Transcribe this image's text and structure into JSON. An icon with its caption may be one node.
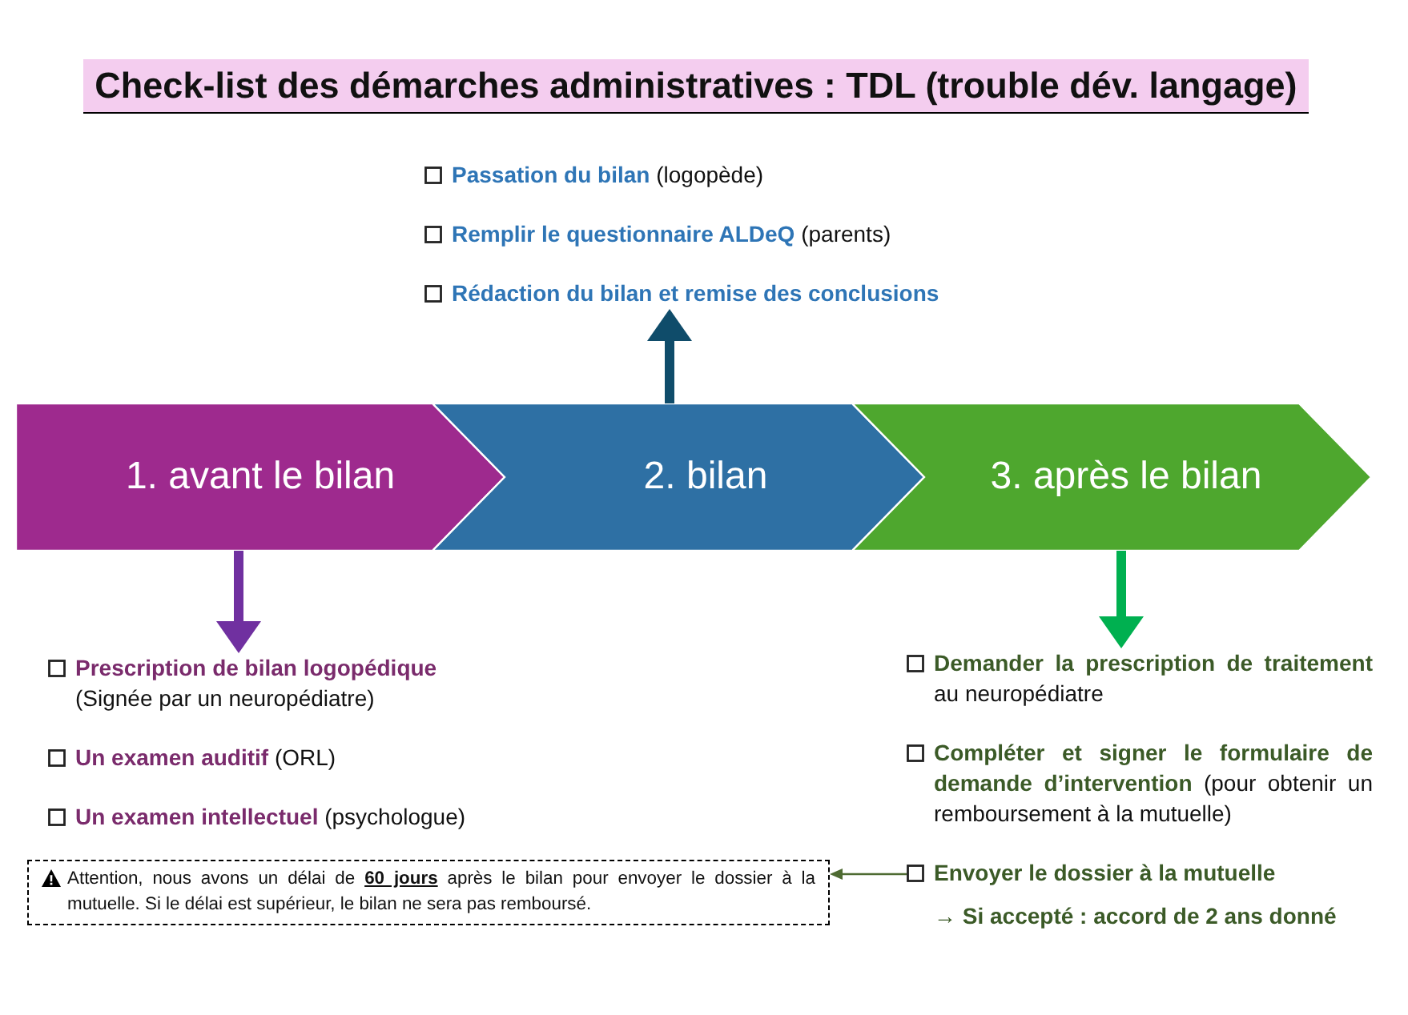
{
  "diagram": {
    "title": "Check-list des démarches administratives : TDL (trouble dév. langage)",
    "nodes": [
      {
        "text": [
          "**Passation du bilan** (logopède)",
          "**Remplir le questionnaire ALDeQ** (parents)",
          "Rédaction du bilan et remise des conclusions"
        ]
      },
      {
        "text": [
          "1. avant le bilan"
        ]
      },
      {
        "text": [
          "2. bilan"
        ]
      },
      {
        "text": [
          "3. après le bilan"
        ]
      },
      {
        "text": [
          "**Prescription de bilan logopédique** (Signée par un neuropédiatre)",
          "**Un examen auditif** (ORL)",
          "**Un examen intellectuel** (psychologue)"
        ]
      },
      {
        "text": [
          "**Demander la prescription de traitement** au neuropédiatre",
          "**Compléter et signer le formulaire de demande d’intervention** (pour obtenir un remboursement à la mutuelle)",
          "Envoyer le dossier à la mutuelle",
          "→ Si accepté : accord de 2 ans donné"
        ]
      },
      {
        "text": [
          "Attention, nous avons un délai de **60 jours** après le bilan pour envoyer le dossier à la mutuelle. Si le délai est supérieur, le bilan ne sera pas remboursé."
        ]
      }
    ],
    "edges": [
      {
        "from": 2,
        "to": 0,
        "arrow": "to",
        "color": "#0f4c6a"
      },
      {
        "from": 1,
        "to": 4,
        "arrow": "to",
        "color": "#7030a0"
      },
      {
        "from": 3,
        "to": 5,
        "arrow": "to",
        "color": "#00b050"
      },
      {
        "from": 5,
        "to": 6,
        "arrow": "to",
        "color": "#4e6b32"
      }
    ]
  }
}
